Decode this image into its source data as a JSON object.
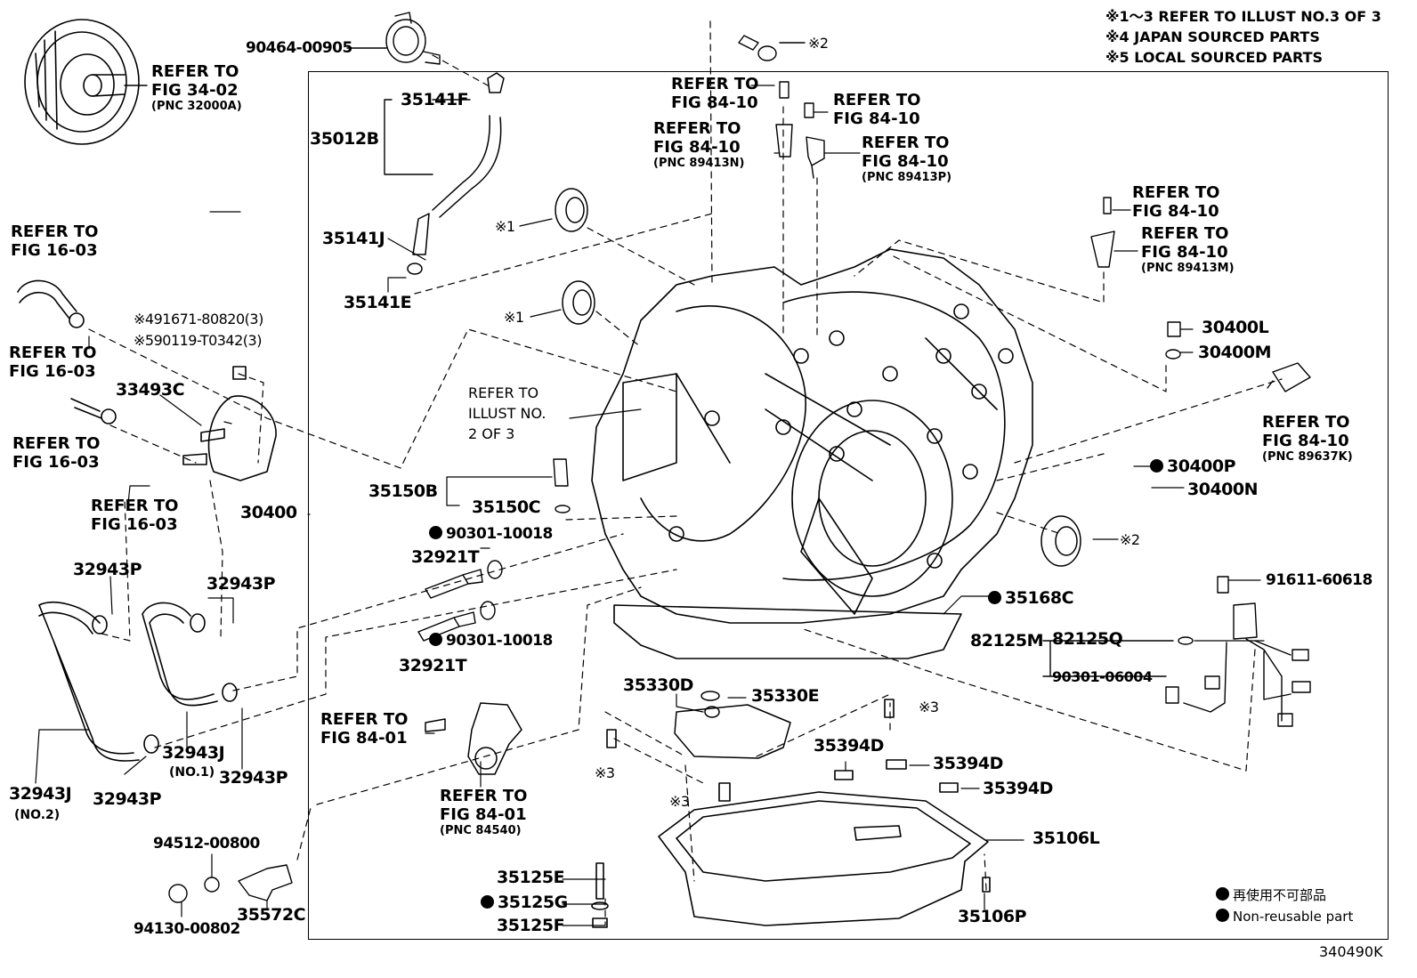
{
  "notes": [
    "※1～3 REFER TO ILLUST NO.3 OF 3",
    "※4 JAPAN SOURCED PARTS",
    "※5 LOCAL SOURCED PARTS"
  ],
  "legend": {
    "jp": "再使用不可部品",
    "en": "Non-reusable part"
  },
  "figure_id": "340490K",
  "refs": {
    "fig3402": [
      "REFER TO",
      "FIG 34-02",
      "(PNC 32000A)"
    ],
    "fig1603_top": [
      "REFER TO",
      "FIG 16-03"
    ],
    "fig1603_b": [
      "REFER TO",
      "FIG 16-03"
    ],
    "fig1603_c": [
      "REFER TO",
      "FIG 16-03"
    ],
    "fig1603_d": [
      "REFER TO",
      "FIG 16-03"
    ],
    "fig8410_a": [
      "REFER TO",
      "FIG 84-10"
    ],
    "fig8410_b": [
      "REFER TO",
      "FIG 84-10"
    ],
    "fig8410_c": [
      "REFER TO",
      "FIG 84-10",
      "(PNC 89413N)"
    ],
    "fig8410_d": [
      "REFER TO",
      "FIG 84-10",
      "(PNC 89413P)"
    ],
    "fig8410_e": [
      "REFER TO",
      "FIG 84-10"
    ],
    "fig8410_f": [
      "REFER TO",
      "FIG 84-10",
      "(PNC 89413M)"
    ],
    "fig8410_g": [
      "REFER TO",
      "FIG 84-10",
      "(PNC 89637K)"
    ],
    "illust2": [
      "REFER TO",
      "ILLUST NO.",
      "2 OF 3"
    ],
    "fig8401_a": [
      "REFER TO",
      "FIG 84-01"
    ],
    "fig8401_b": [
      "REFER TO",
      "FIG 84-01",
      "(PNC 84540)"
    ]
  },
  "parts": {
    "p90464": "90464-00905",
    "p35141F": "35141F",
    "p35012B": "35012B",
    "p35141J": "35141J",
    "p35141E": "35141E",
    "p491671": "※491671-80820(3)",
    "p590119": "※590119-T0342(3)",
    "p33493C": "33493C",
    "p30400": "30400",
    "p35150B": "35150B",
    "p35150C": "35150C",
    "p90301a": "90301-10018",
    "p32921Ta": "32921T",
    "p32921Tb": "32921T",
    "p90301b": "90301-10018",
    "p32943Pa": "32943P",
    "p32943Pb": "32943P",
    "p32943Pc": "32943P",
    "p32943Pd": "32943P",
    "p32943J1": "32943J",
    "p32943J1n": "(NO.1)",
    "p32943J2": "32943J",
    "p32943J2n": "(NO.2)",
    "p94512": "94512-00800",
    "p94130": "94130-00802",
    "p35572C": "35572C",
    "p35330D": "35330D",
    "p35330E": "35330E",
    "p35394Da": "35394D",
    "p35394Db": "35394D",
    "p35394Dc": "35394D",
    "p35106L": "35106L",
    "p35106P": "35106P",
    "p35125E": "35125E",
    "p35125G": "35125G",
    "p35125F": "35125F",
    "p30400L": "30400L",
    "p30400M": "30400M",
    "p30400P": "30400P",
    "p30400N": "30400N",
    "p91611": "91611-60618",
    "p35168C": "35168C",
    "p82125M": "82125M",
    "p82125Q": "82125Q",
    "p90301c": "90301-06004"
  },
  "marks": {
    "m1a": "※1",
    "m1b": "※1",
    "m2a": "※2",
    "m2b": "※2",
    "m3a": "※3",
    "m3b": "※3",
    "m3c": "※3"
  }
}
